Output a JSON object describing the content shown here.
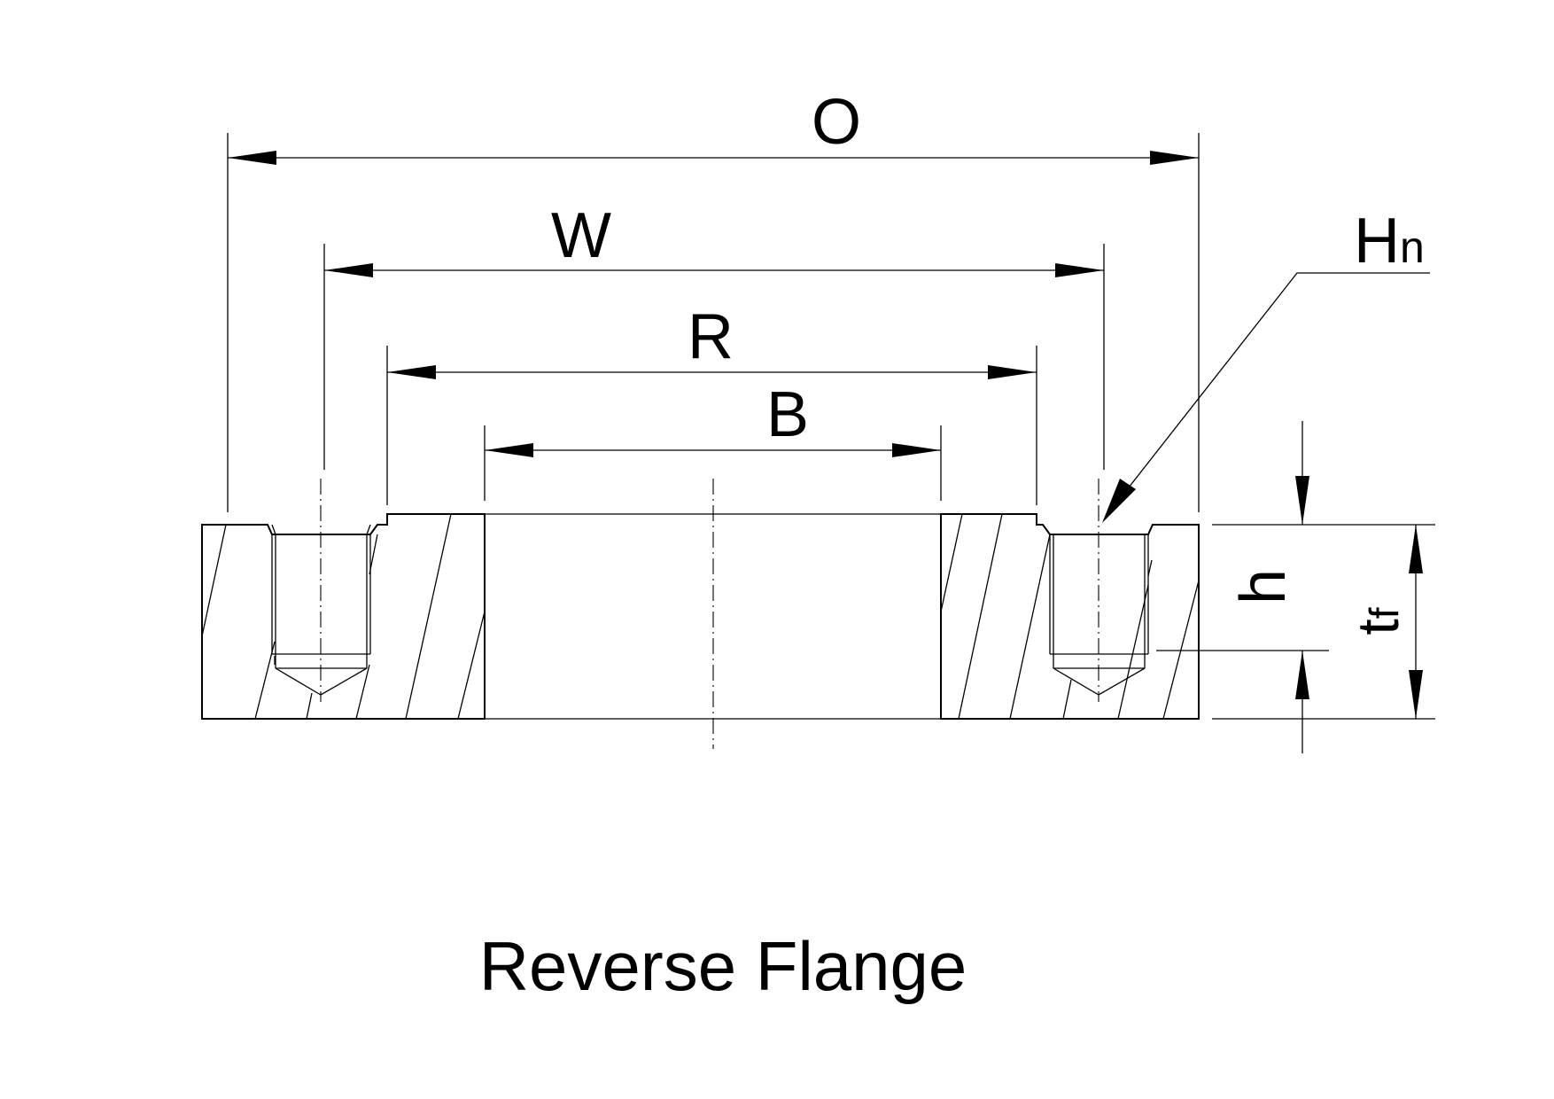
{
  "title": "Reverse Flange",
  "dimensions": {
    "O": "O",
    "W": "W",
    "R": "R",
    "B": "B",
    "H_main": "H",
    "H_sub": "n",
    "h": "h",
    "tf_main": "t",
    "tf_sub": "f"
  }
}
